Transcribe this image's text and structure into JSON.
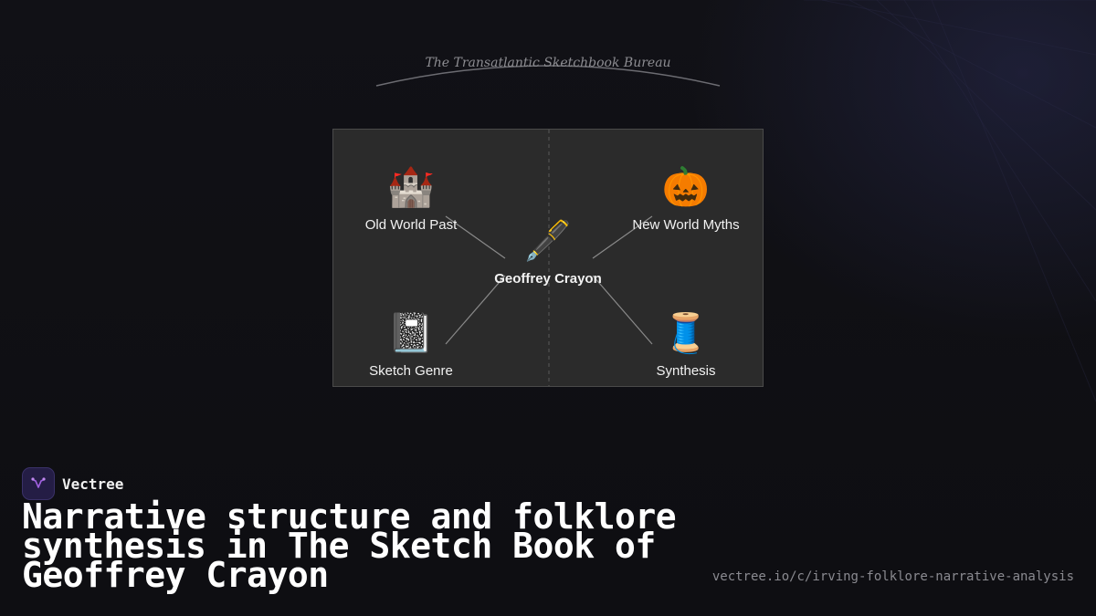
{
  "header": {
    "bureau_title": "The Transatlantic Sketchbook Bureau"
  },
  "diagram": {
    "center": {
      "emoji": "🖋️",
      "label": "Geoffrey Crayon",
      "icon": "fountain-pen-icon"
    },
    "nodes": [
      {
        "emoji": "🏰",
        "label": "Old World Past",
        "icon": "castle-icon"
      },
      {
        "emoji": "🎃",
        "label": "New World Myths",
        "icon": "pumpkin-icon"
      },
      {
        "emoji": "📓",
        "label": "Sketch Genre",
        "icon": "notebook-icon"
      },
      {
        "emoji": "🧵",
        "label": "Synthesis",
        "icon": "thread-spool-icon"
      }
    ]
  },
  "brand": {
    "name": "Vectree",
    "logo_color": "#241d45",
    "logo_accent": "#a060e0"
  },
  "headline": "Narrative structure and folklore synthesis in The Sketch Book of Geoffrey Crayon",
  "url": "vectree.io/c/irving-folklore-narrative-analysis"
}
